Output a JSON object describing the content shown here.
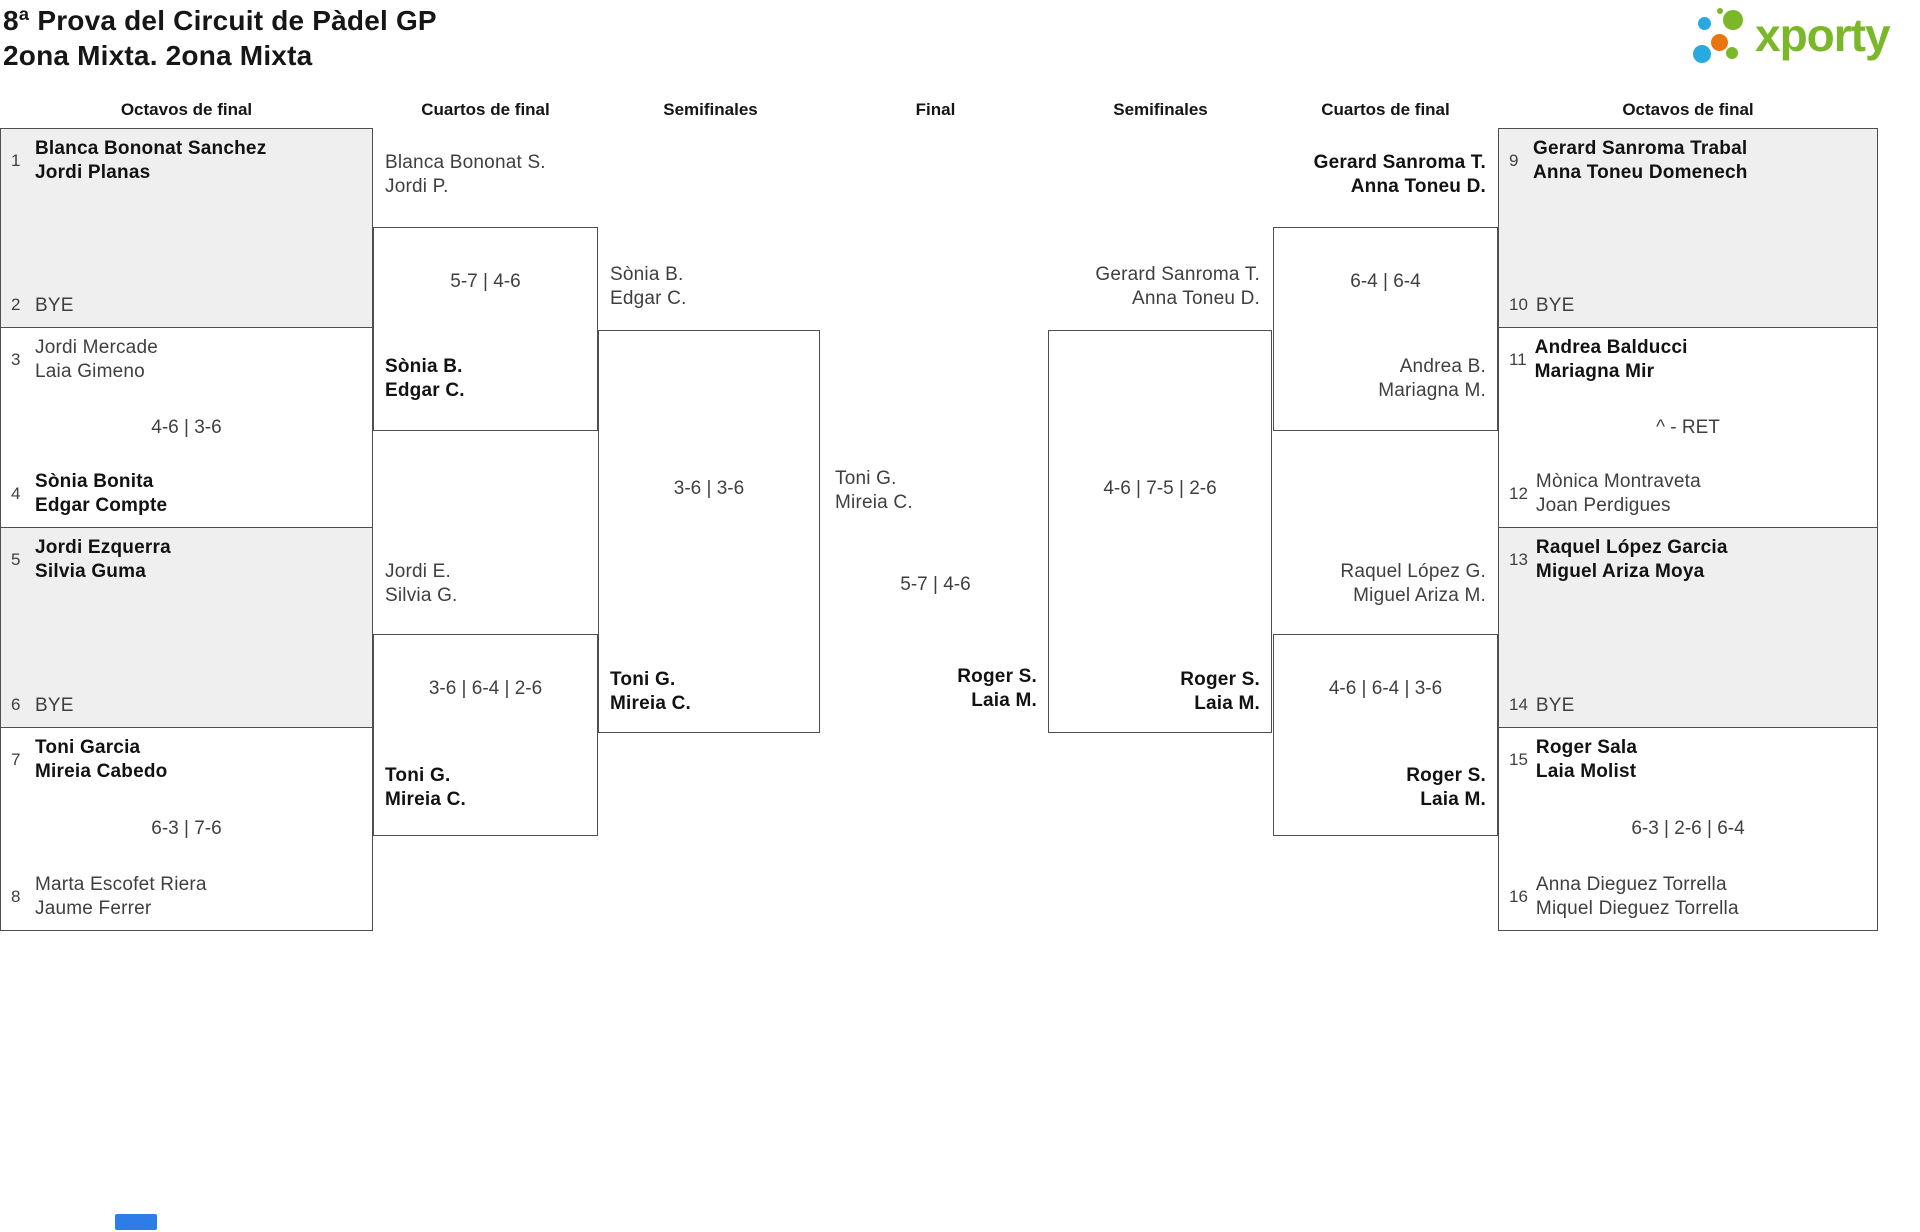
{
  "title": {
    "line1": "8ª Prova del Circuit de Pàdel GP",
    "line2": "2ona Mixta. 2ona Mixta"
  },
  "logo": {
    "brand": "xporty",
    "colors": {
      "green": "#7bb829",
      "blue": "#2aa9e1",
      "orange": "#e8760e"
    }
  },
  "accents": {
    "bottom_bar": "#2e7ce8",
    "box_border": "#4f4f4f",
    "box_fill_gray": "#efefef"
  },
  "round_headers": [
    "Octavos de final",
    "Cuartos de final",
    "Semifinales",
    "Final",
    "Semifinales",
    "Cuartos de final",
    "Octavos de final"
  ],
  "octavos_left": {
    "m1": {
      "seed_top": "1",
      "top1": "Blanca Bononat Sanchez",
      "top2": "Jordi Planas",
      "score": "",
      "seed_bottom": "2",
      "bottom1": "BYE",
      "bottom2": ""
    },
    "m2": {
      "seed_top": "3",
      "top1": "Jordi Mercade",
      "top2": "Laia Gimeno",
      "score": "4-6 | 3-6",
      "seed_bottom": "4",
      "bottom1": "Sònia Bonita",
      "bottom2": "Edgar Compte"
    },
    "m3": {
      "seed_top": "5",
      "top1": "Jordi Ezquerra",
      "top2": "Silvia Guma",
      "score": "",
      "seed_bottom": "6",
      "bottom1": "BYE",
      "bottom2": ""
    },
    "m4": {
      "seed_top": "7",
      "top1": "Toni Garcia",
      "top2": "Mireia Cabedo",
      "score": "6-3 | 7-6",
      "seed_bottom": "8",
      "bottom1": "Marta Escofet Riera",
      "bottom2": "Jaume Ferrer"
    }
  },
  "cuartos_left": {
    "m1": {
      "top1": "Blanca Bononat S.",
      "top2": "Jordi P.",
      "score": "5-7 | 4-6",
      "bottom1": "Sònia B.",
      "bottom2": "Edgar C."
    },
    "m2": {
      "top1": "Jordi E.",
      "top2": "Silvia G.",
      "score": "3-6 | 6-4 | 2-6",
      "bottom1": "Toni G.",
      "bottom2": "Mireia C."
    }
  },
  "semifinal_left": {
    "top1": "Sònia B.",
    "top2": "Edgar C.",
    "score": "3-6 | 3-6",
    "bottom1": "Toni G.",
    "bottom2": "Mireia C."
  },
  "final": {
    "top1": "Toni G.",
    "top2": "Mireia C.",
    "score": "5-7 | 4-6",
    "bottom1": "Roger S.",
    "bottom2": "Laia M."
  },
  "semifinal_right": {
    "top1": "Gerard Sanroma T.",
    "top2": "Anna Toneu D.",
    "score": "4-6 | 7-5 | 2-6",
    "bottom1": "Roger S.",
    "bottom2": "Laia M."
  },
  "cuartos_right": {
    "m1": {
      "top1": "Gerard Sanroma T.",
      "top2": "Anna Toneu D.",
      "score": "6-4 | 6-4",
      "bottom1": "Andrea B.",
      "bottom2": "Mariagna M."
    },
    "m2": {
      "top1": "Raquel López G.",
      "top2": "Miguel Ariza M.",
      "score": "4-6 | 6-4 | 3-6",
      "bottom1": "Roger S.",
      "bottom2": "Laia M."
    }
  },
  "octavos_right": {
    "m1": {
      "seed_top": "9",
      "top1": "Gerard Sanroma Trabal",
      "top2": "Anna Toneu Domenech",
      "score": "",
      "seed_bottom": "10",
      "bottom1": "BYE",
      "bottom2": ""
    },
    "m2": {
      "seed_top": "11",
      "top1": "Andrea Balducci",
      "top2": "Mariagna Mir",
      "score": "^ - RET",
      "seed_bottom": "12",
      "bottom1": "Mònica Montraveta",
      "bottom2": "Joan Perdigues"
    },
    "m3": {
      "seed_top": "13",
      "top1": "Raquel López Garcia",
      "top2": "Miguel Ariza Moya",
      "score": "",
      "seed_bottom": "14",
      "bottom1": "BYE",
      "bottom2": ""
    },
    "m4": {
      "seed_top": "15",
      "top1": "Roger Sala",
      "top2": "Laia Molist",
      "score": "6-3 | 2-6 | 6-4",
      "seed_bottom": "16",
      "bottom1": "Anna Dieguez Torrella",
      "bottom2": "Miquel Dieguez Torrella"
    }
  }
}
